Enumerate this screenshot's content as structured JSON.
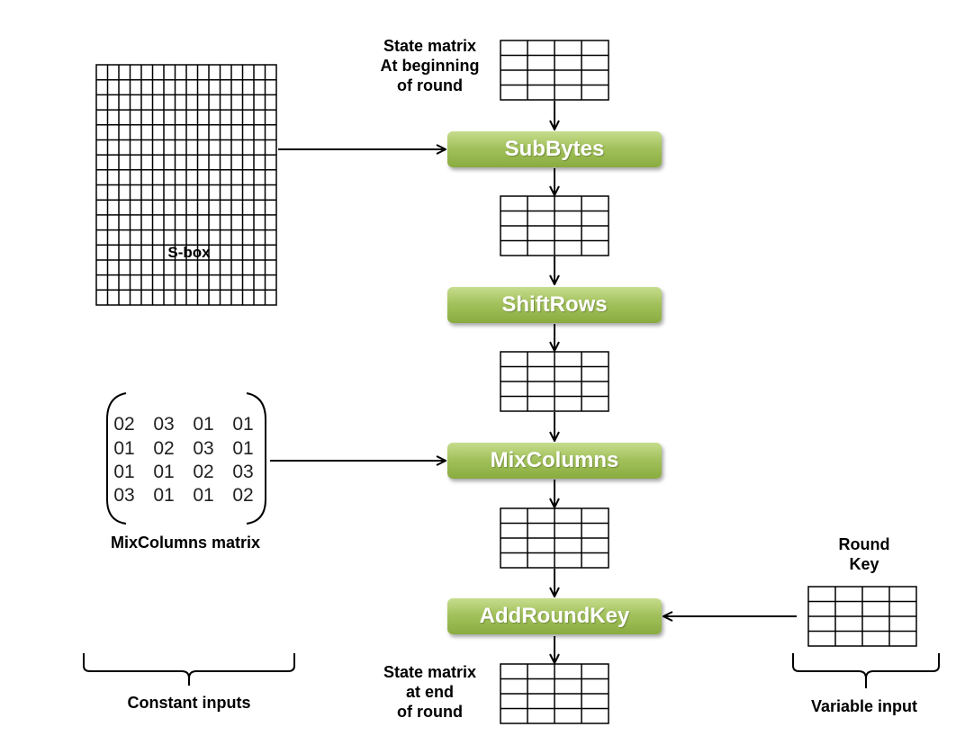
{
  "labels": {
    "state_begin": "State matrix\nAt beginning\nof round",
    "sbox": "S-box",
    "mixcolumns_matrix": "MixColumns matrix",
    "round_key": "Round\nKey",
    "state_end": "State matrix\nat end\nof round",
    "constant_inputs": "Constant inputs",
    "variable_input": "Variable input"
  },
  "steps": [
    "SubBytes",
    "ShiftRows",
    "MixColumns",
    "AddRoundKey"
  ],
  "mixcolumns_values": [
    [
      "02",
      "03",
      "01",
      "01"
    ],
    [
      "01",
      "02",
      "03",
      "01"
    ],
    [
      "01",
      "01",
      "02",
      "03"
    ],
    [
      "03",
      "01",
      "01",
      "02"
    ]
  ],
  "colors": {
    "step_gradient_top": "#c6dd8e",
    "step_gradient_bottom": "#89ab3f",
    "step_text": "#ffffff",
    "lines": "#000000"
  }
}
